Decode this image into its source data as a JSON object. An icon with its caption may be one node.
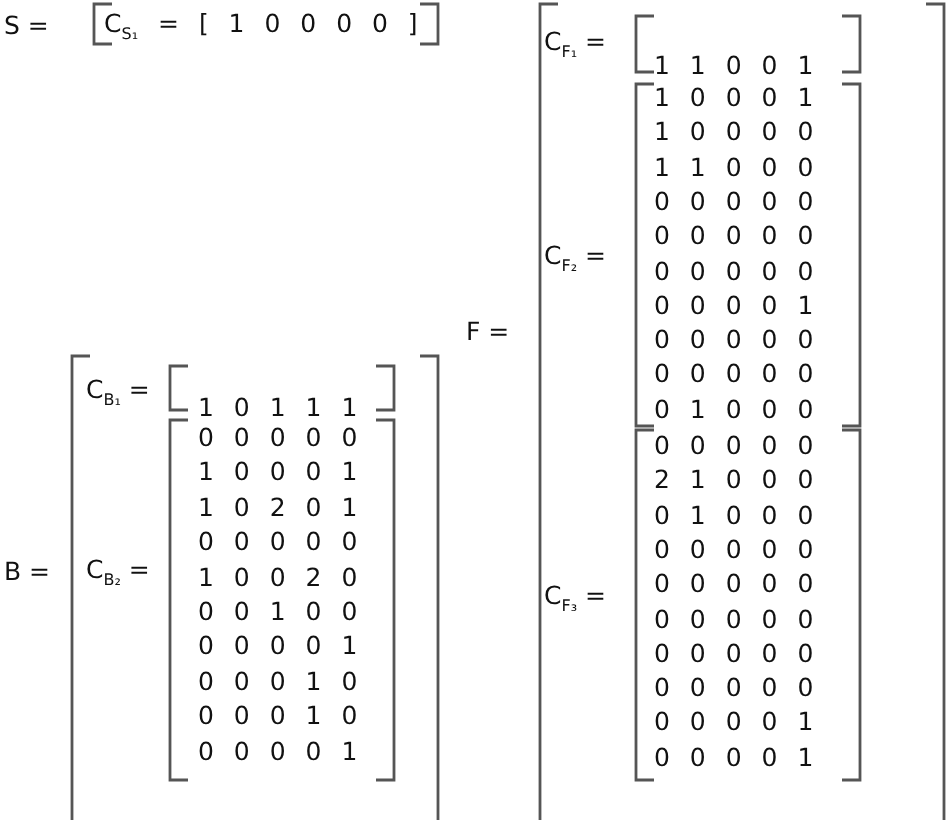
{
  "diagram": {
    "labels": [
      "S =",
      "C$_{S₁}$ = [ 1 0 0 0 0 ]",
      "B =",
      "C$_{B₁}$ =",
      "1 0 1 1 1",
      "C$_{B₂}$ =",
      "0 0 0 0 0",
      "1 0 0 0 1",
      "1 0 2 0 1",
      "0 0 0 0 0",
      "1 0 0 2 0",
      "0 0 1 0 0",
      "0 0 0 0 1",
      "0 0 0 1 0",
      "0 0 0 1 0",
      "0 0 0 0 1",
      "F =",
      "C$_{F₁}$ =",
      "1 1 0 0 1",
      "C$_{F₂}$ =",
      "1 0 0 0 1",
      "1 0 0 0 0",
      "1 1 0 0 0",
      "0 0 0 0 0",
      "0 0 0 0 0",
      "0 0 0 0 0",
      "0 0 0 0 1",
      "0 0 0 0 0",
      "0 0 0 0 0",
      "0 1 0 0 0",
      "C$_{F₃}$ =",
      "0 0 0 0 0",
      "2 1 0 0 0",
      "0 1 0 0 0",
      "0 0 0 0 0",
      "0 0 0 0 0",
      "0 0 0 0 0",
      "0 0 0 0 0",
      "0 0 0 0 0",
      "0 0 0 0 1",
      "0 0 0 0 1"
    ]
  }
}
